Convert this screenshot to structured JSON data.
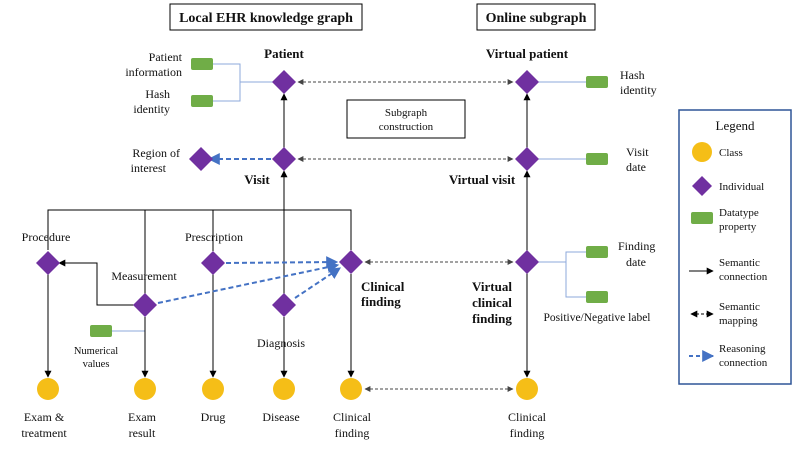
{
  "headers": {
    "local": "Local EHR knowledge graph",
    "online": "Online subgraph"
  },
  "center_box": [
    "Subgraph",
    "construction"
  ],
  "labels": {
    "patient": "Patient",
    "virtual_patient": "Virtual patient",
    "patient_information": [
      "Patient",
      "information"
    ],
    "hash_identity_left": [
      "Hash",
      "identity"
    ],
    "hash_identity_right": [
      "Hash",
      "identity"
    ],
    "region_of_interest": [
      "Region of",
      "interest"
    ],
    "visit": "Visit",
    "virtual_visit": "Virtual visit",
    "visit_date": [
      "Visit",
      "date"
    ],
    "procedure": "Procedure",
    "prescription": "Prescription",
    "measurement": "Measurement",
    "clinical_finding_bold": [
      "Clinical",
      "finding"
    ],
    "virtual_clinical_finding": [
      "Virtual",
      "clinical",
      "finding"
    ],
    "finding_date": [
      "Finding",
      "date"
    ],
    "positive_negative_label": "Positive/Negative label",
    "numerical_values": [
      "Numerical",
      "values"
    ],
    "diagnosis": "Diagnosis",
    "exam_treatment": [
      "Exam &",
      "treatment"
    ],
    "exam_result": [
      "Exam",
      "result"
    ],
    "drug": "Drug",
    "disease": "Disease",
    "clinical_finding_class_left": [
      "Clinical",
      "finding"
    ],
    "clinical_finding_class_right": [
      "Clinical",
      "finding"
    ]
  },
  "legend": {
    "title": "Legend",
    "items": [
      {
        "label": [
          "Class"
        ],
        "shape": "circle"
      },
      {
        "label": [
          "Individual"
        ],
        "shape": "diamond"
      },
      {
        "label": [
          "Datatype",
          "property"
        ],
        "shape": "rect"
      },
      {
        "label": [
          "Semantic",
          "connection"
        ],
        "shape": "arrow-solid"
      },
      {
        "label": [
          "Semantic",
          "mapping"
        ],
        "shape": "arrow-mapping"
      },
      {
        "label": [
          "Reasoning",
          "connection"
        ],
        "shape": "arrow-reasoning"
      }
    ]
  },
  "colors": {
    "class": "#F5BE17",
    "individual": "#7030A0",
    "datatype": "#70AD47",
    "semantic_line": "#000000",
    "mapping_line": "#555555",
    "reasoning_line": "#4472C4",
    "property_line": "#8EA9DB",
    "legend_border": "#2F5597"
  }
}
